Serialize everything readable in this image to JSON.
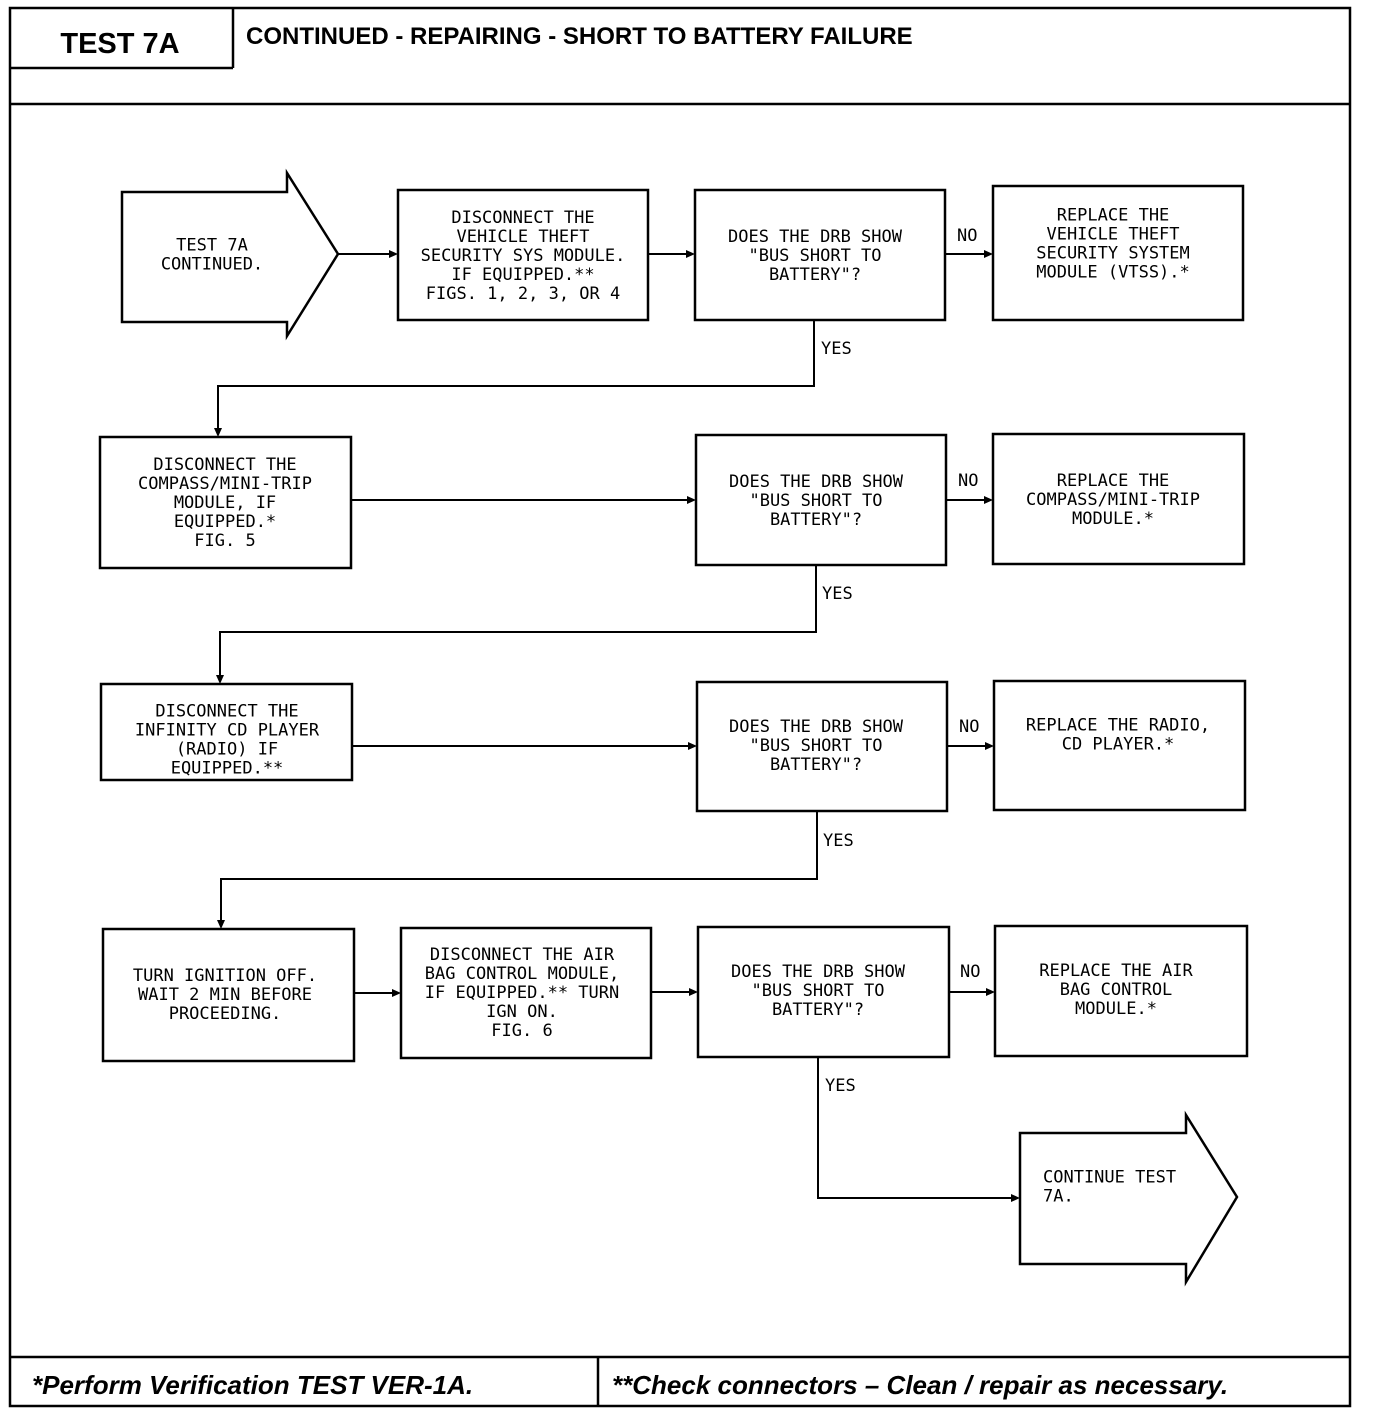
{
  "header": {
    "test_id": "TEST 7A",
    "title": "CONTINUED -  REPAIRING - SHORT TO BATTERY FAILURE"
  },
  "footer": {
    "left_note": "*Perform Verification TEST VER-1A.",
    "right_note": "**Check connectors – Clean / repair as necessary."
  },
  "nodes": {
    "start": {
      "lines": [
        "TEST 7A",
        "CONTINUED."
      ]
    },
    "step_vtss_disconnect": {
      "lines": [
        "DISCONNECT THE",
        "VEHICLE THEFT",
        "SECURITY SYS MODULE.",
        "IF EQUIPPED.**",
        "FIGS. 1, 2, 3, OR 4"
      ]
    },
    "q1": {
      "lines": [
        "DOES THE DRB SHOW",
        "\"BUS SHORT TO",
        "BATTERY\"?"
      ]
    },
    "replace_vtss": {
      "lines": [
        "REPLACE THE",
        "VEHICLE THEFT",
        "SECURITY SYSTEM",
        "MODULE (VTSS).*"
      ]
    },
    "step_compass_disconnect": {
      "lines": [
        "DISCONNECT THE",
        "COMPASS/MINI-TRIP",
        "MODULE, IF",
        "EQUIPPED.*",
        "FIG. 5"
      ]
    },
    "q2": {
      "lines": [
        "DOES THE DRB SHOW",
        "\"BUS SHORT TO",
        "BATTERY\"?"
      ]
    },
    "replace_compass": {
      "lines": [
        "REPLACE THE",
        "COMPASS/MINI-TRIP",
        "MODULE.*"
      ]
    },
    "step_cd_disconnect": {
      "lines": [
        "DISCONNECT THE",
        "INFINITY CD PLAYER",
        "(RADIO) IF",
        "EQUIPPED.**"
      ]
    },
    "q3": {
      "lines": [
        "DOES THE DRB SHOW",
        "\"BUS SHORT TO",
        "BATTERY\"?"
      ]
    },
    "replace_radio": {
      "lines": [
        "REPLACE THE RADIO,",
        "CD PLAYER.*"
      ]
    },
    "step_ignition_off": {
      "lines": [
        "TURN IGNITION OFF.",
        "WAIT 2 MIN BEFORE",
        "PROCEEDING."
      ]
    },
    "step_airbag_disconnect": {
      "lines": [
        "DISCONNECT THE AIR",
        "BAG CONTROL MODULE,",
        "IF EQUIPPED.** TURN",
        "IGN ON.",
        "FIG. 6"
      ]
    },
    "q4": {
      "lines": [
        "DOES THE DRB SHOW",
        "\"BUS SHORT TO",
        "BATTERY\"?"
      ]
    },
    "replace_airbag": {
      "lines": [
        "REPLACE THE AIR",
        "BAG CONTROL",
        "MODULE.*"
      ]
    },
    "end": {
      "lines": [
        "CONTINUE TEST",
        "7A."
      ]
    }
  },
  "edge_labels": {
    "no": "NO",
    "yes": "YES"
  }
}
